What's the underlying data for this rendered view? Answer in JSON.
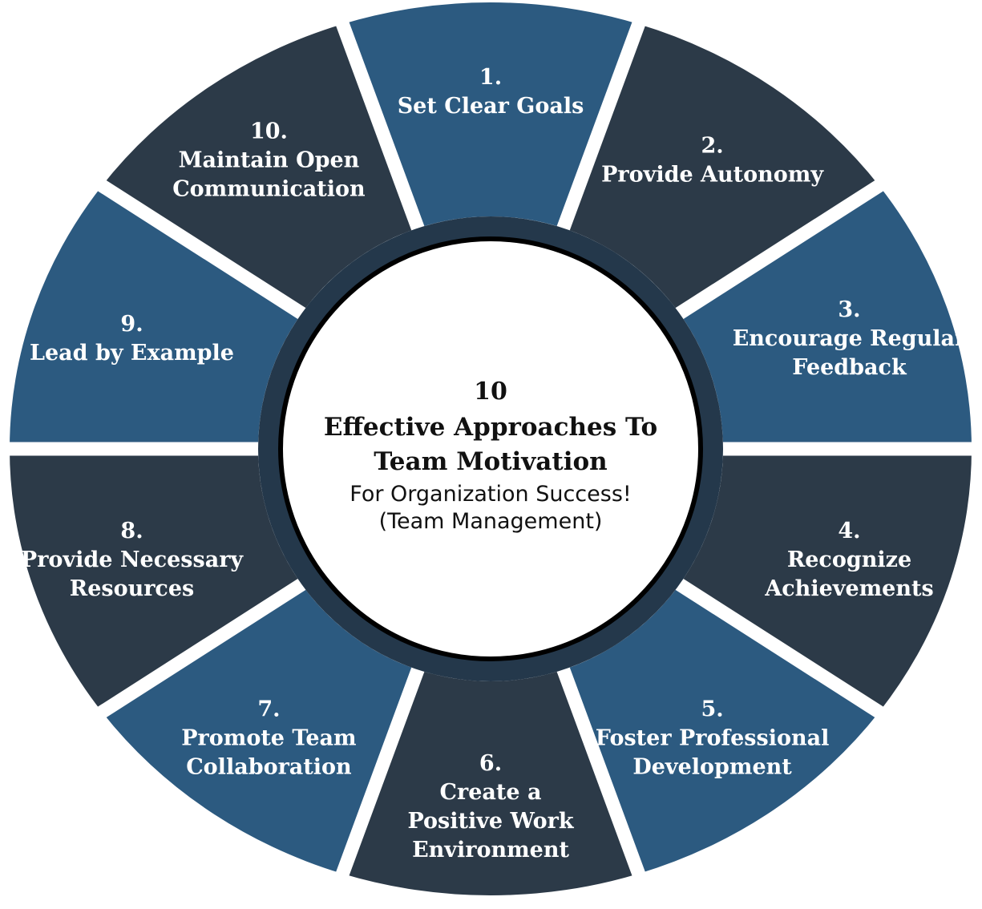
{
  "colors": {
    "segment_light": "#2c5a80",
    "segment_dark": "#2c3a48",
    "divider": "#ffffff",
    "center_fill": "#ffffff",
    "center_ring": "#000000",
    "inner_ring": "#24384b"
  },
  "center": {
    "number": "10",
    "title_line1": "Effective Approaches To",
    "title_line2": "Team Motivation",
    "subtitle_line1": "For Organization Success!",
    "subtitle_line2": "(Team Management)"
  },
  "segments": [
    {
      "number": "1.",
      "lines": [
        "Set Clear Goals"
      ],
      "shade": "light"
    },
    {
      "number": "2.",
      "lines": [
        "Provide Autonomy"
      ],
      "shade": "dark"
    },
    {
      "number": "3.",
      "lines": [
        "Encourage Regular",
        "Feedback"
      ],
      "shade": "light"
    },
    {
      "number": "4.",
      "lines": [
        "Recognize",
        "Achievements"
      ],
      "shade": "dark"
    },
    {
      "number": "5.",
      "lines": [
        "Foster Professional",
        "Development"
      ],
      "shade": "light"
    },
    {
      "number": "6.",
      "lines": [
        "Create a",
        "Positive Work",
        "Environment"
      ],
      "shade": "dark"
    },
    {
      "number": "7.",
      "lines": [
        "Promote Team",
        "Collaboration"
      ],
      "shade": "light"
    },
    {
      "number": "8.",
      "lines": [
        "Provide Necessary",
        "Resources"
      ],
      "shade": "dark"
    },
    {
      "number": "9.",
      "lines": [
        "Lead by Example"
      ],
      "shade": "light"
    },
    {
      "number": "10.",
      "lines": [
        "Maintain Open",
        "Communication"
      ],
      "shade": "dark"
    }
  ]
}
